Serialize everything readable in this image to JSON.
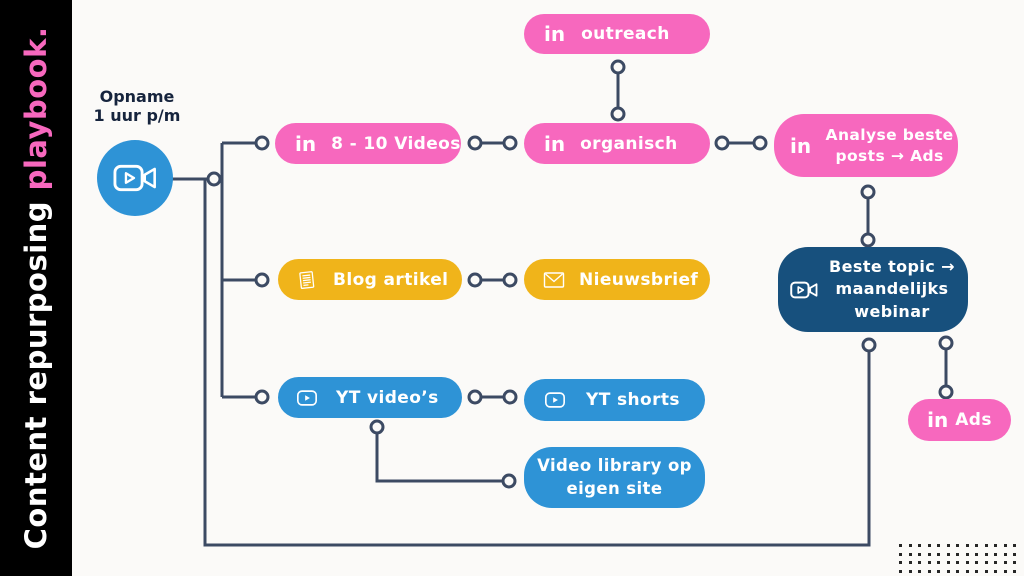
{
  "palette": {
    "pink": "#F768BE",
    "yellow": "#F0B41A",
    "blue": "#2E93D6",
    "navy": "#17507D",
    "wire": "#3C4A63",
    "background": "#FBFAF8",
    "sideband": "#000000"
  },
  "sideband": {
    "title_white": "Content repurposing ",
    "title_pink": "playbook."
  },
  "source": {
    "label_line1": "Opname",
    "label_line2": "1 uur p/m"
  },
  "icons": {
    "linkedin": "in"
  },
  "nodes": {
    "outreach": {
      "label": "outreach"
    },
    "videos": {
      "label": "8 - 10 Videos"
    },
    "organisch": {
      "label": "organisch"
    },
    "analyse": {
      "line1": "Analyse beste",
      "line2": "posts → Ads"
    },
    "blog": {
      "label": "Blog artikel"
    },
    "nieuwsbrief": {
      "label": "Nieuwsbrief"
    },
    "webinar": {
      "line1": "Beste topic →",
      "line2": "maandelijks",
      "line3": "webinar"
    },
    "yt_videos": {
      "label": "YT video’s"
    },
    "yt_shorts": {
      "label": "YT shorts"
    },
    "video_library": {
      "line1": "Video library op",
      "line2": "eigen site"
    },
    "ads": {
      "prefix": "in",
      "label": "Ads"
    }
  },
  "decor": {
    "dots": {
      "rows": 4,
      "cols": 13
    }
  }
}
